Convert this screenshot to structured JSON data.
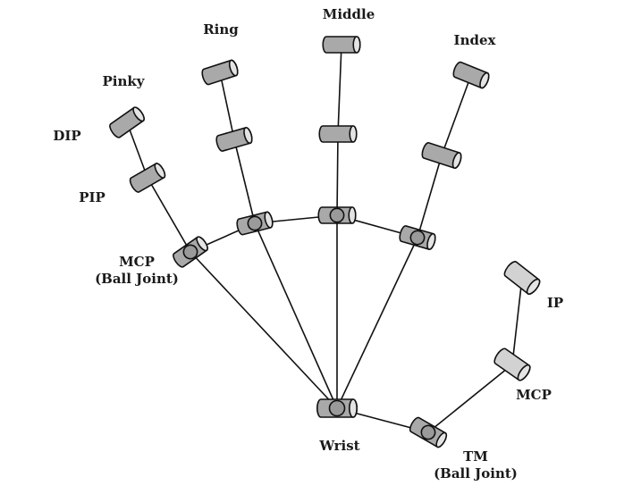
{
  "labels": {
    "pinky": "Pinky",
    "ring": "Ring",
    "middle": "Middle",
    "index": "Index",
    "dip": "DIP",
    "pip": "PIP",
    "mcp_ball_line1": "MCP",
    "mcp_ball_line2": "(Ball Joint)",
    "thumb_ip": "IP",
    "thumb_mcp": "MCP",
    "wrist": "Wrist",
    "tm_line1": "TM",
    "tm_line2": "(Ball Joint)"
  },
  "colors": {
    "joint_fill": "#a9a9a9",
    "thumb_joint_fill": "#d2d2d2",
    "cap_fill": "#e4e4e4",
    "line": "#111111"
  }
}
